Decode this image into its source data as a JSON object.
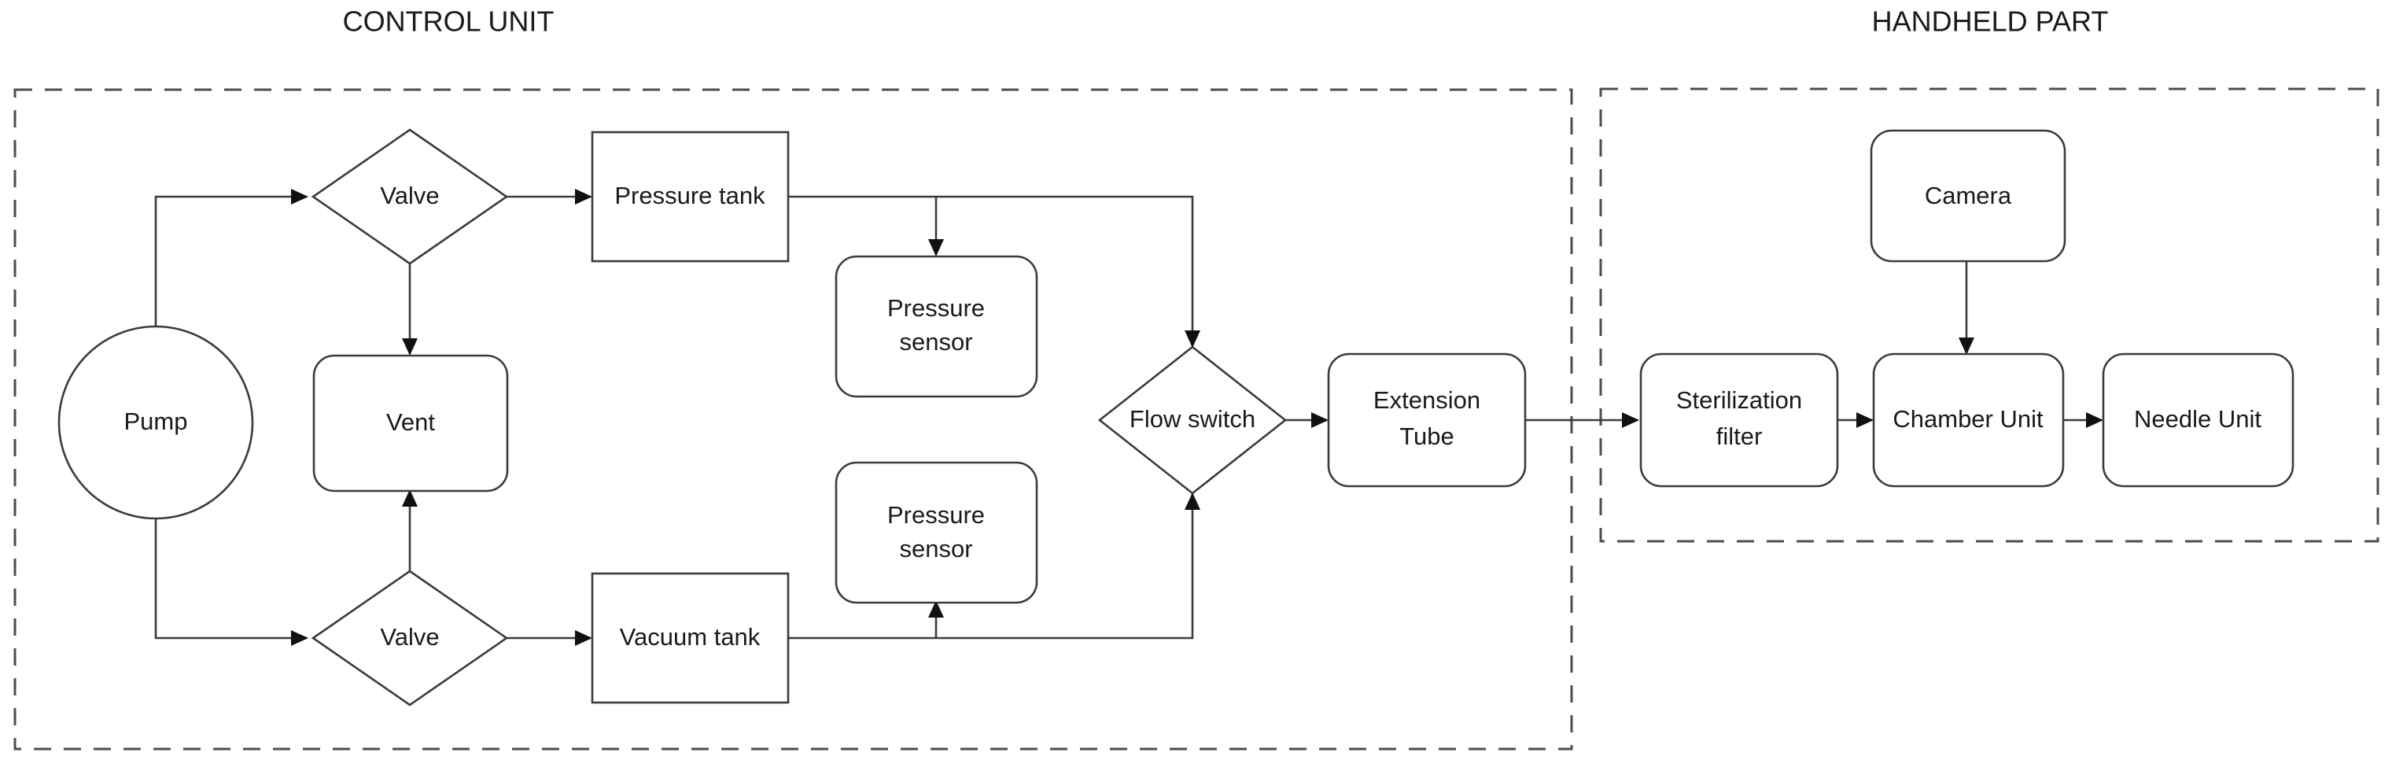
{
  "diagram": {
    "title_left": "CONTROL UNIT",
    "title_right": "HANDHELD PART",
    "groups": [
      {
        "id": "control-unit",
        "label": "CONTROL UNIT"
      },
      {
        "id": "handheld-part",
        "label": "HANDHELD PART"
      }
    ],
    "nodes": {
      "pump": {
        "label": "Pump",
        "shape": "ellipse"
      },
      "valve_top": {
        "label": "Valve",
        "shape": "diamond"
      },
      "valve_bottom": {
        "label": "Valve",
        "shape": "diamond"
      },
      "vent": {
        "label": "Vent",
        "shape": "rounded-rect"
      },
      "pressure_tank": {
        "label": "Pressure tank",
        "shape": "rect"
      },
      "vacuum_tank": {
        "label": "Vacuum tank",
        "shape": "rect"
      },
      "pressure_sensor_top_line1": "Pressure",
      "pressure_sensor_top_line2": "sensor",
      "pressure_sensor_bottom_line1": "Pressure",
      "pressure_sensor_bottom_line2": "sensor",
      "flow_switch": {
        "label": "Flow switch",
        "shape": "diamond"
      },
      "extension_tube_line1": "Extension",
      "extension_tube_line2": "Tube",
      "camera": {
        "label": "Camera",
        "shape": "rounded-rect"
      },
      "sterilization_filter_line1": "Sterilization",
      "sterilization_filter_line2": "filter",
      "chamber_unit": {
        "label": "Chamber Unit",
        "shape": "rounded-rect"
      },
      "needle_unit": {
        "label": "Needle Unit",
        "shape": "rounded-rect"
      }
    },
    "edges": [
      {
        "from": "pump",
        "to": "valve_top",
        "arrow": true
      },
      {
        "from": "pump",
        "to": "valve_bottom",
        "arrow": true
      },
      {
        "from": "valve_top",
        "to": "vent",
        "arrow": true
      },
      {
        "from": "valve_top",
        "to": "pressure_tank",
        "arrow": true
      },
      {
        "from": "valve_bottom",
        "to": "vent",
        "arrow": true
      },
      {
        "from": "valve_bottom",
        "to": "vacuum_tank",
        "arrow": true
      },
      {
        "from": "pressure_tank",
        "to": "pressure_sensor_top",
        "arrow": true
      },
      {
        "from": "pressure_tank",
        "to": "flow_switch",
        "arrow": true
      },
      {
        "from": "vacuum_tank",
        "to": "pressure_sensor_bottom",
        "arrow": true
      },
      {
        "from": "vacuum_tank",
        "to": "flow_switch",
        "arrow": true
      },
      {
        "from": "flow_switch",
        "to": "extension_tube",
        "arrow": true
      },
      {
        "from": "extension_tube",
        "to": "sterilization_filter",
        "arrow": true
      },
      {
        "from": "camera",
        "to": "chamber_unit",
        "arrow": true
      },
      {
        "from": "sterilization_filter",
        "to": "chamber_unit",
        "arrow": true
      },
      {
        "from": "chamber_unit",
        "to": "needle_unit",
        "arrow": true
      }
    ],
    "colors": {
      "background": "#ffffff",
      "stroke": "#3b3b3b",
      "group_stroke": "#4d4d4d",
      "text": "#1a1a1a"
    }
  }
}
